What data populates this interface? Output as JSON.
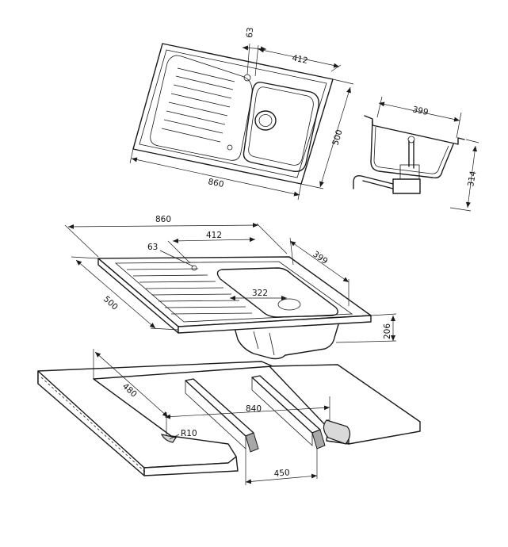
{
  "dimensions": {
    "top_view": {
      "tap_offset": "63",
      "bowl_offset": "412",
      "width": "860",
      "depth": "500"
    },
    "side_view": {
      "bowl_width": "399",
      "height": "314"
    },
    "iso_sink": {
      "width": "860",
      "bowl_offset": "412",
      "tap_offset": "63",
      "depth": "500",
      "bowl_width": "399",
      "bowl_inner": "322",
      "bowl_depth": "206"
    },
    "cutout": {
      "depth": "480",
      "width": "840",
      "radius": "R10",
      "bowl_cut": "450"
    }
  }
}
